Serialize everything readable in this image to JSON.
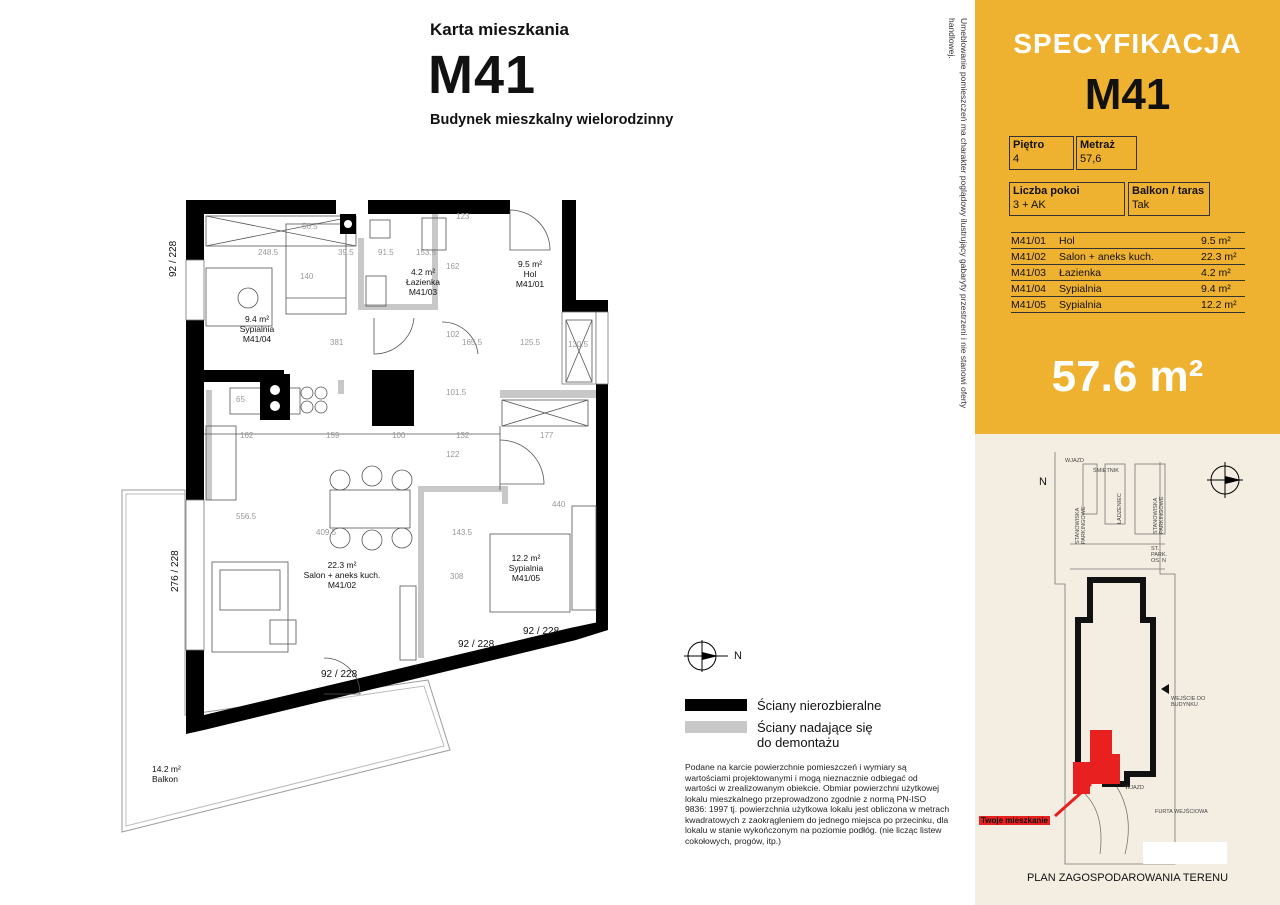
{
  "header": {
    "subtitle": "Karta mieszkania",
    "code": "M41",
    "building": "Budynek mieszkalny wielorodzinny"
  },
  "disclaimer": "Umeblowanie pomieszczeń ma charakter poglądowy ilustrujący gabaryty przestrzeni i nie stanowi oferty handlowej.",
  "spec": {
    "title": "SPECYFIKACJA",
    "code": "M41",
    "floor_label": "Piętro",
    "floor_value": "4",
    "area_label": "Metraż",
    "area_value": "57,6",
    "rooms_label": "Liczba pokoi",
    "rooms_value": "3 + AK",
    "balcony_label": "Balkon / taras",
    "balcony_value": "Tak",
    "rooms": [
      {
        "id": "M41/01",
        "name": "Hol",
        "area": "9.5 m²"
      },
      {
        "id": "M41/02",
        "name": "Salon + aneks kuch.",
        "area": "22.3 m²"
      },
      {
        "id": "M41/03",
        "name": "Łazienka",
        "area": "4.2 m²"
      },
      {
        "id": "M41/04",
        "name": "Sypialnia",
        "area": "9.4 m²"
      },
      {
        "id": "M41/05",
        "name": "Sypialnia",
        "area": "12.2 m²"
      }
    ],
    "total": "57.6 m²",
    "accent_color": "#efb130"
  },
  "floorplan": {
    "rooms": {
      "r04": {
        "area": "9.4 m²",
        "name": "Sypialnia",
        "id": "M41/04"
      },
      "r03": {
        "area": "4.2 m²",
        "name": "Łazienka",
        "id": "M41/03"
      },
      "r01": {
        "area": "9.5 m²",
        "name": "Hol",
        "id": "M41/01"
      },
      "r02": {
        "area": "22.3 m²",
        "name": "Salon + aneks kuch.",
        "id": "M41/02"
      },
      "r05": {
        "area": "12.2 m²",
        "name": "Sypialnia",
        "id": "M41/05"
      },
      "balkon": {
        "area": "14.2 m²",
        "name": "Balkon"
      }
    },
    "dims": {
      "d1": "248.5",
      "d2": "39.5",
      "d3": "91.5",
      "d4": "153.5",
      "d5": "56.5",
      "d6": "140",
      "d7": "162",
      "d8": "381",
      "d9": "102",
      "d10": "165.5",
      "d11": "125.5",
      "d12": "130.5",
      "d13": "65",
      "d14": "101.5",
      "d15": "162",
      "d16": "159",
      "d17": "100",
      "d18": "132",
      "d19": "177",
      "d20": "122",
      "d21": "440",
      "d22": "556.5",
      "d23": "409.5",
      "d24": "143.5",
      "d25": "308",
      "d26": "123"
    },
    "openings": {
      "left_top": "92 / 228",
      "left_mid": "276 / 228",
      "bottom_door": "92 / 228",
      "bottom_mid": "92 / 228",
      "bottom_right": "92 / 228"
    },
    "compass_label": "N"
  },
  "legend": {
    "structural": "Ściany nierozbieralne",
    "removable_line1": "Ściany nadające się",
    "removable_line2": "do demontażu",
    "structural_color": "#000000",
    "removable_color": "#c8c8c8"
  },
  "note": "Podane na karcie powierzchnie pomieszczeń i wymiary są wartościami projektowanymi i mogą nieznacznie odbiegać od wartości w zrealizowanym obiekcie. Obmiar powierzchni użytkowej lokalu mieszkalnego przeprowadzono zgodnie z normą PN-ISO 9836: 1997 tj. powierzchnia użytkowa lokalu jest obliczona w metrach kwadratowych z zaokrągleniem do jednego miejsca po przecinku, dla lokalu w stanie wykończonym na poziomie podłóg. (nie licząc listew cokołowych, progów, itp.)",
  "site_plan": {
    "title": "PLAN ZAGOSPODAROWANIA TERENU",
    "your_unit": "Twoje mieszkanie",
    "compass": "N",
    "labels": {
      "wjazd_top": "WJAZD",
      "smietnik": "ŚMIETNIK",
      "park1": "STANOWISKA PARKINGOWE",
      "rower": "ŁADZENIEC",
      "park2": "STANOWISKA PARKINGOWE",
      "stpark": "ST. PARK. OS. N",
      "wejscie": "WEJŚCIE DO BUDYNKU",
      "wjazd_bottom": "WJAZD",
      "furta": "FURTA WEJŚCIOWA"
    },
    "highlight_color": "#e8201f"
  }
}
